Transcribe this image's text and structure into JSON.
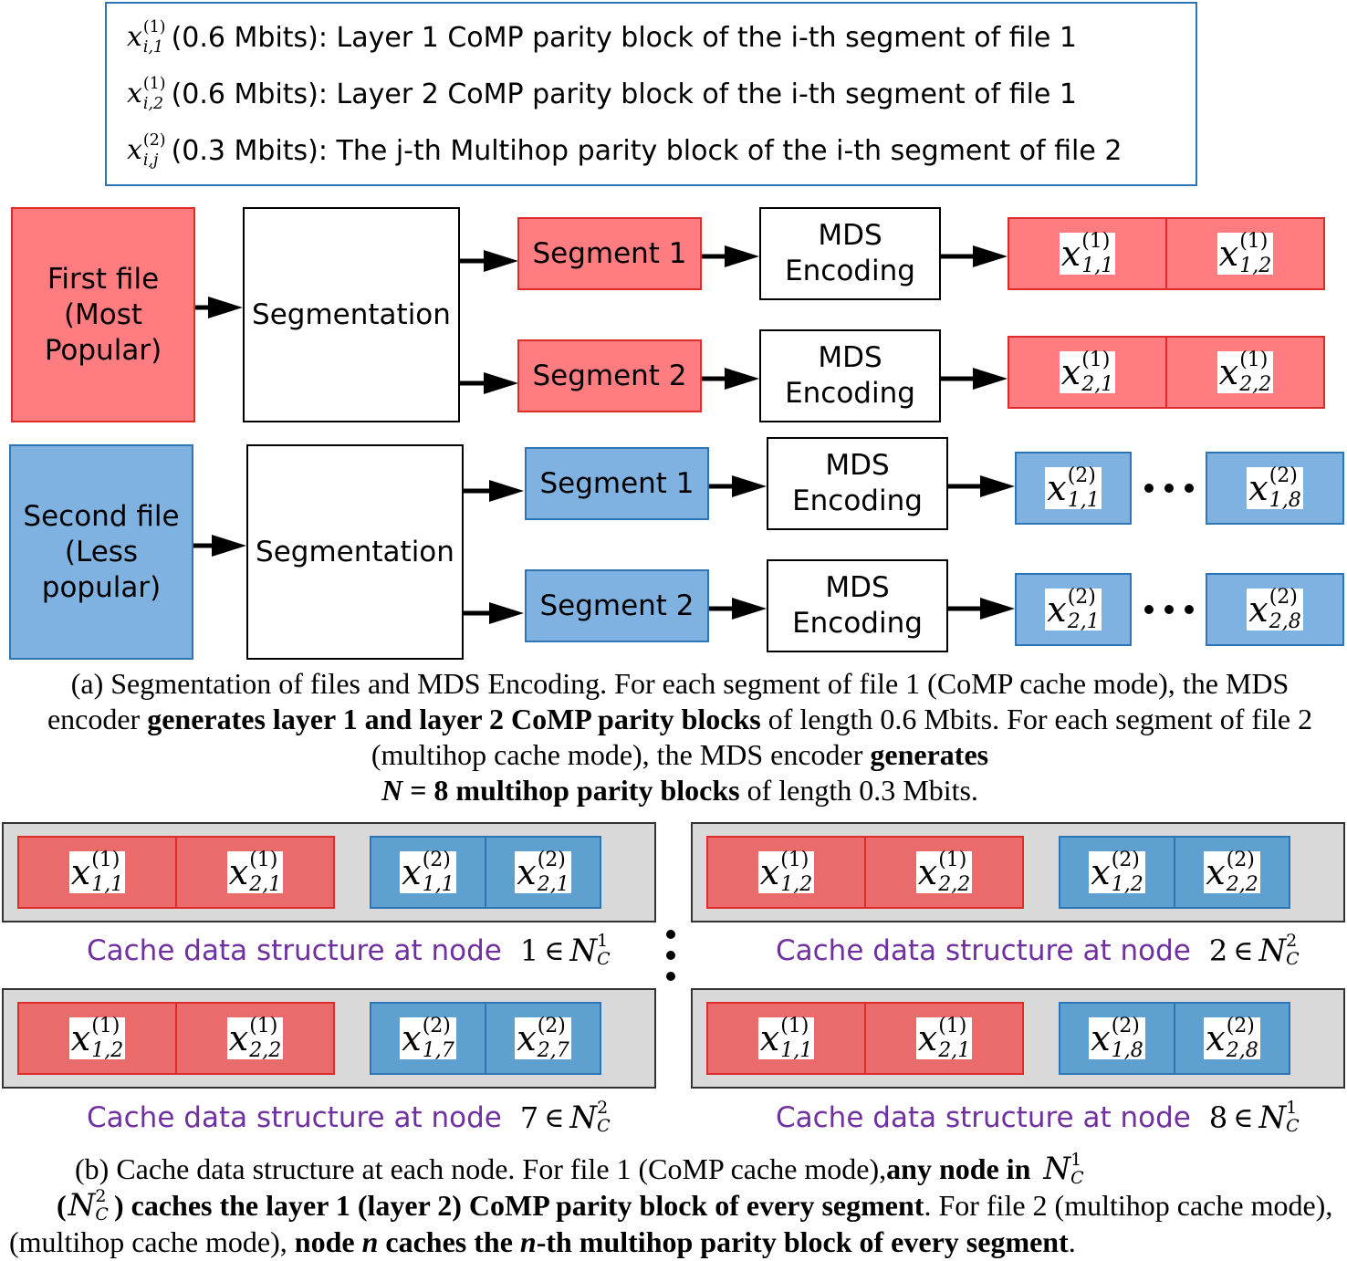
{
  "legend": {
    "rows": [
      {
        "sym": {
          "base": "x",
          "sup": "(1)",
          "sub": "i,1"
        },
        "text": "(0.6 Mbits): Layer 1 CoMP parity block of the i-th segment of file 1"
      },
      {
        "sym": {
          "base": "x",
          "sup": "(1)",
          "sub": "i,2"
        },
        "text": "(0.6 Mbits): Layer 2 CoMP parity block of the i-th segment of file 1"
      },
      {
        "sym": {
          "base": "x",
          "sup": "(2)",
          "sub": "i,j"
        },
        "text": "(0.3 Mbits): The j-th Multihop parity block of the i-th segment of file 2"
      }
    ]
  },
  "file1": {
    "label": "First file (Most Popular)",
    "segmentation": "Segmentation",
    "segments": [
      {
        "label": "Segment 1",
        "encoder": "MDS Encoding",
        "blocks": [
          {
            "sup": "(1)",
            "sub": "1,1"
          },
          {
            "sup": "(1)",
            "sub": "1,2"
          }
        ]
      },
      {
        "label": "Segment 2",
        "encoder": "MDS Encoding",
        "blocks": [
          {
            "sup": "(1)",
            "sub": "2,1"
          },
          {
            "sup": "(1)",
            "sub": "2,2"
          }
        ]
      }
    ]
  },
  "file2": {
    "label": "Second file (Less popular)",
    "segmentation": "Segmentation",
    "segments": [
      {
        "label": "Segment 1",
        "encoder": "MDS Encoding",
        "blocks": [
          {
            "sup": "(2)",
            "sub": "1,1"
          },
          {
            "sup": "(2)",
            "sub": "1,8"
          }
        ]
      },
      {
        "label": "Segment 2",
        "encoder": "MDS Encoding",
        "blocks": [
          {
            "sup": "(2)",
            "sub": "2,1"
          },
          {
            "sup": "(2)",
            "sub": "2,8"
          }
        ]
      }
    ]
  },
  "caption_a": {
    "p1": "(a) Segmentation of files and MDS Encoding. For each segment of file 1 (CoMP cache mode), the MDS encoder ",
    "b1": "generates layer 1 and layer 2 CoMP parity blocks",
    "p2": " of length 0.6 Mbits. For each segment of file 2 (multihop cache mode), the MDS encoder ",
    "b2": "generates",
    "b3": "N",
    "b4": " = 8 multihop parity blocks",
    "p3": " of length 0.3 Mbits."
  },
  "nodes": [
    {
      "label": "Cache data structure at node",
      "num": "1",
      "set_sup": "1",
      "blocks": [
        {
          "sup": "(1)",
          "sub": "1,1"
        },
        {
          "sup": "(1)",
          "sub": "2,1"
        },
        {
          "sup": "(2)",
          "sub": "1,1"
        },
        {
          "sup": "(2)",
          "sub": "2,1"
        }
      ]
    },
    {
      "label": "Cache data structure at node",
      "num": "2",
      "set_sup": "2",
      "blocks": [
        {
          "sup": "(1)",
          "sub": "1,2"
        },
        {
          "sup": "(1)",
          "sub": "2,2"
        },
        {
          "sup": "(2)",
          "sub": "1,2"
        },
        {
          "sup": "(2)",
          "sub": "2,2"
        }
      ]
    },
    {
      "label": "Cache data structure at node",
      "num": "7",
      "set_sup": "2",
      "blocks": [
        {
          "sup": "(1)",
          "sub": "1,2"
        },
        {
          "sup": "(1)",
          "sub": "2,2"
        },
        {
          "sup": "(2)",
          "sub": "1,7"
        },
        {
          "sup": "(2)",
          "sub": "2,7"
        }
      ]
    },
    {
      "label": "Cache data structure at node",
      "num": "8",
      "set_sup": "1",
      "blocks": [
        {
          "sup": "(1)",
          "sub": "1,1"
        },
        {
          "sup": "(1)",
          "sub": "2,1"
        },
        {
          "sup": "(2)",
          "sub": "1,8"
        },
        {
          "sup": "(2)",
          "sub": "2,8"
        }
      ]
    }
  ],
  "caption_b": {
    "p1": "(b) Cache data structure at each node. For file 1 (CoMP cache mode), ",
    "b1": "any node in",
    "b2": ") caches the layer 1 (layer 2) CoMP parity block of every segment",
    "p2": ". For file 2 (multihop cache mode), ",
    "b3": "node ",
    "b4": "n",
    "b5": " caches the ",
    "b6": "n",
    "b7": "-th multihop parity block of every segment",
    "p3": "."
  },
  "colors": {
    "red": "#ff7c80",
    "blue": "#7fb2e0",
    "legend_border": "#2e75b6",
    "node_label": "#7030a0"
  }
}
